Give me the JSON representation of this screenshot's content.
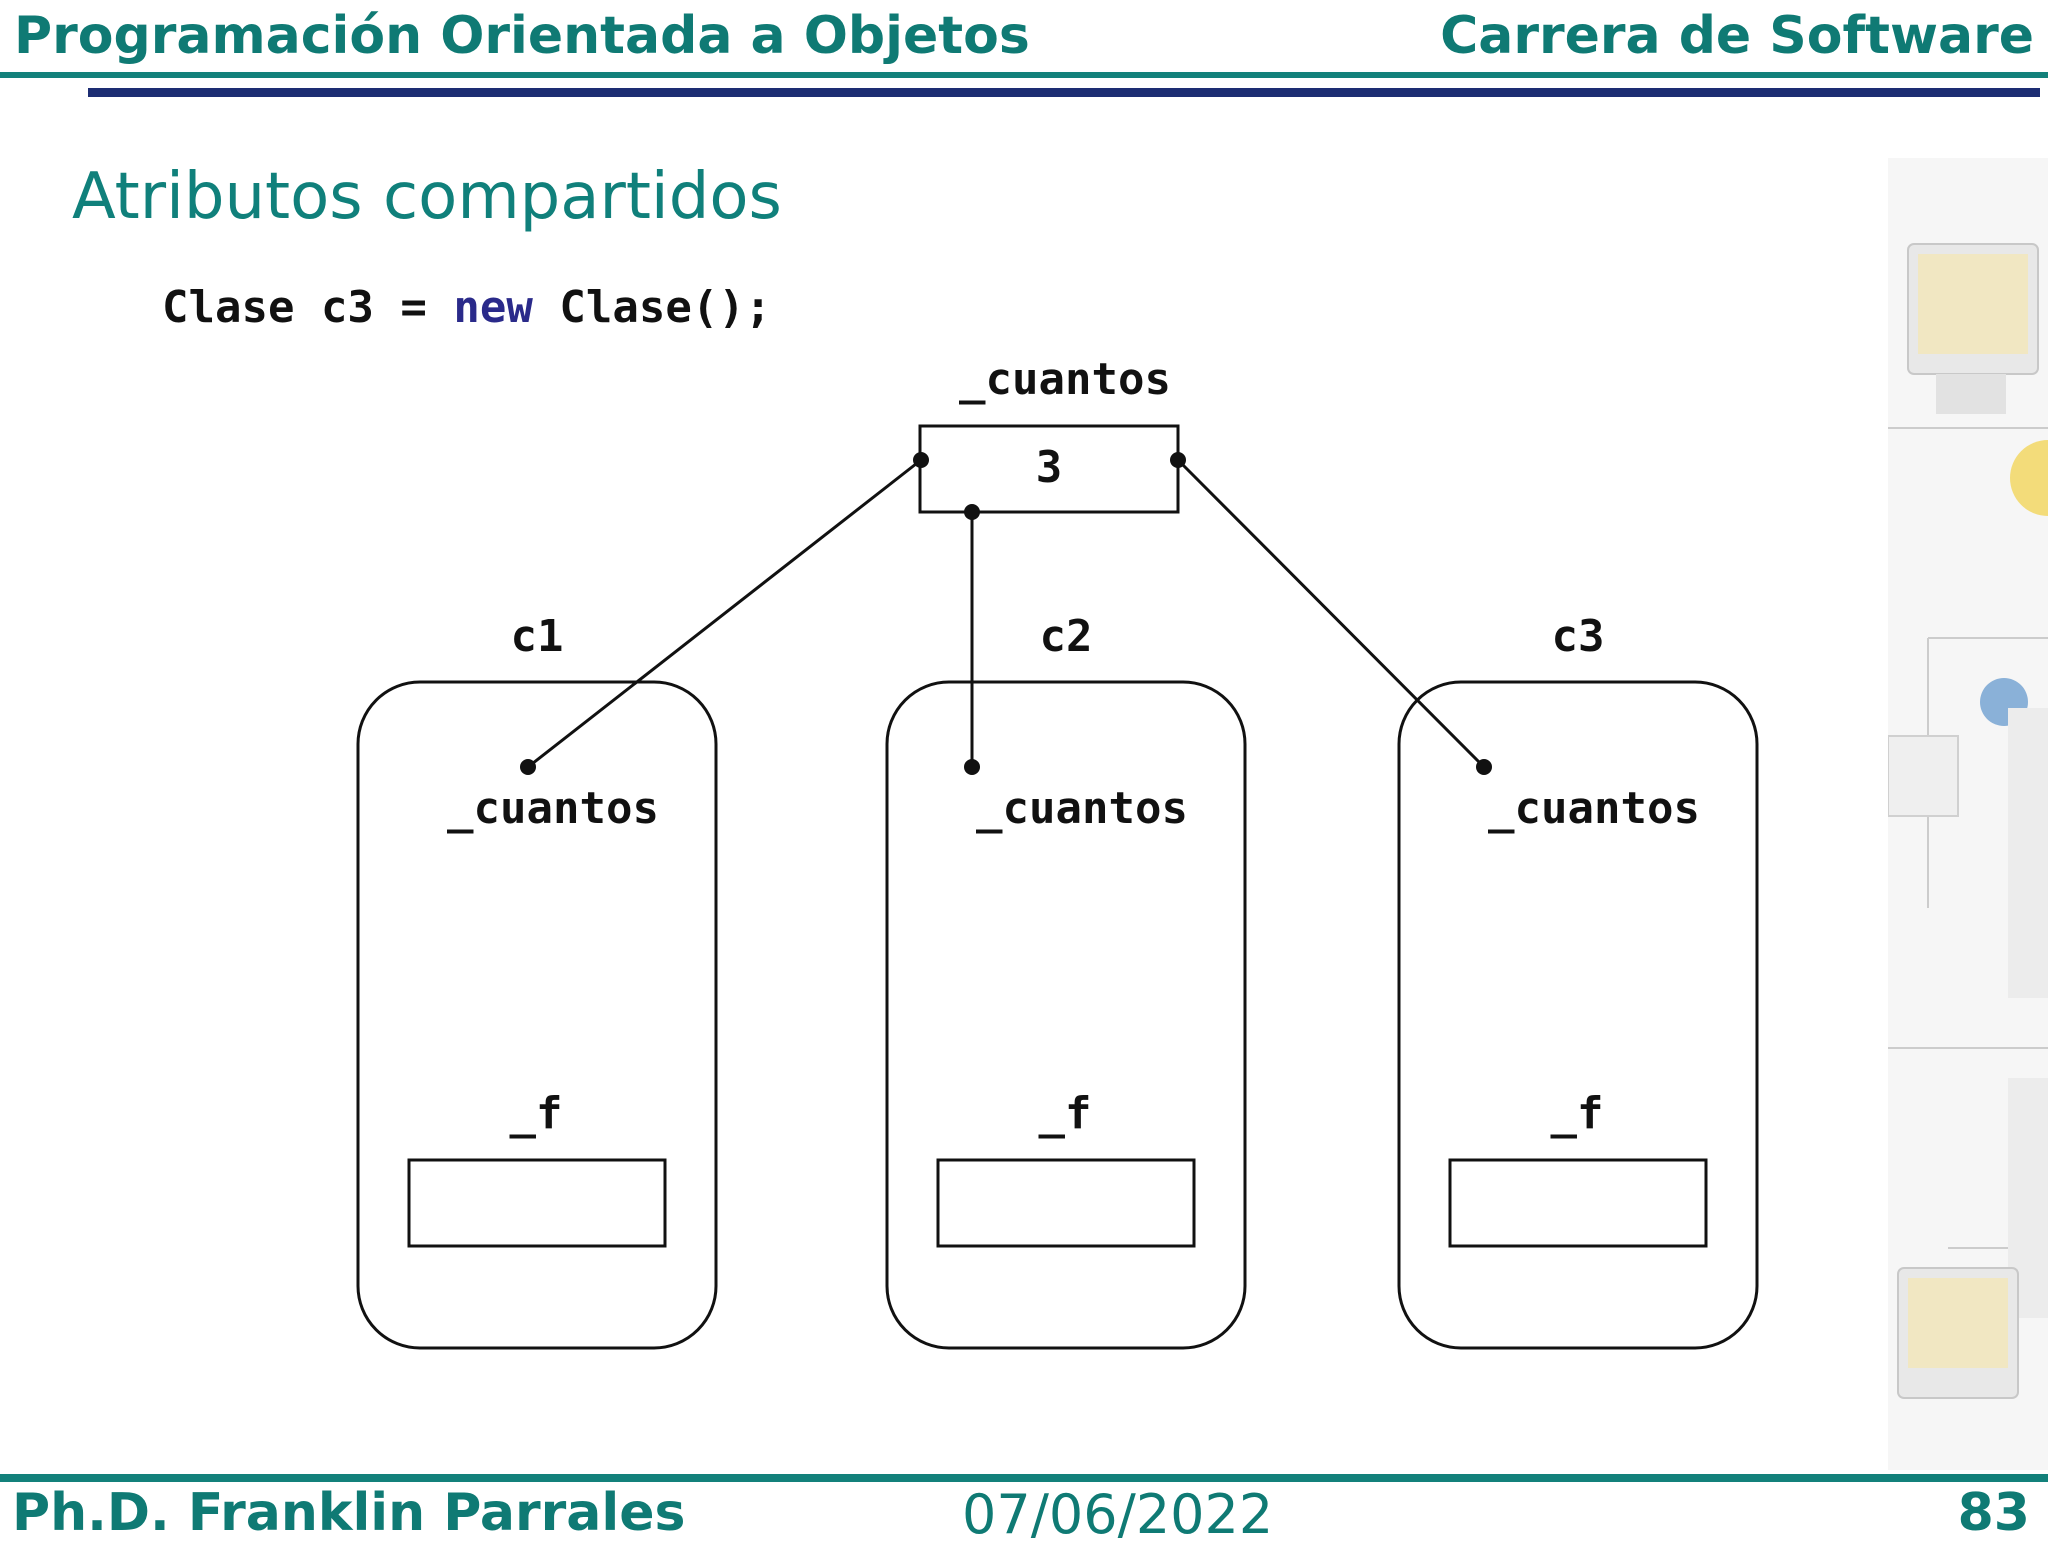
{
  "header": {
    "course": "Programación Orientada a Objetos",
    "program": "Carrera de Software"
  },
  "slide": {
    "title": "Atributos compartidos",
    "code": {
      "before": "Clase c3 = ",
      "keyword": "new",
      "after": " Clase();"
    }
  },
  "diagram": {
    "shared": {
      "label": "_cuantos",
      "value": "3"
    },
    "objects": [
      {
        "name": "c1",
        "attr_shared": "_cuantos",
        "attr_f": "_f"
      },
      {
        "name": "c2",
        "attr_shared": "_cuantos",
        "attr_f": "_f"
      },
      {
        "name": "c3",
        "attr_shared": "_cuantos",
        "attr_f": "_f"
      }
    ]
  },
  "footer": {
    "author": "Ph.D. Franklin Parrales",
    "date": "07/06/2022",
    "page": "83"
  },
  "colors": {
    "teal": "#0f7a74",
    "navy": "#1d2d73",
    "keyword": "#2a2a8a"
  }
}
